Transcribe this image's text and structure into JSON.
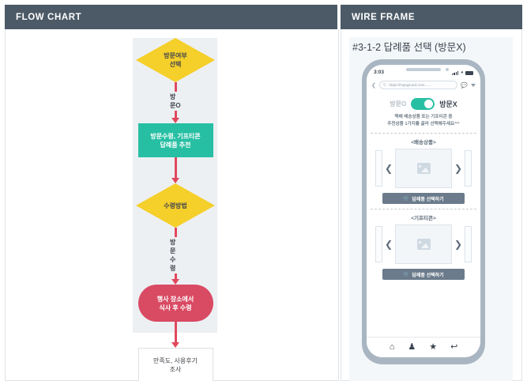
{
  "panels": {
    "left_title": "FLOW CHART",
    "right_title": "WIRE FRAME"
  },
  "flow_chart": {
    "nodes": [
      {
        "type": "decision",
        "text_line1": "방문여부",
        "text_line2": "선택",
        "color": "#f5cf2a"
      },
      {
        "type": "arrow",
        "label": "방문O",
        "color": "#e0485e"
      },
      {
        "type": "process",
        "text_line1": "방문수령, 기프티콘",
        "text_line2": "답례품 추천",
        "color": "#27bfa3"
      },
      {
        "type": "arrow",
        "label": "",
        "color": "#e0485e"
      },
      {
        "type": "decision",
        "text_line1": "수령방법",
        "text_line2": "",
        "color": "#f5cf2a"
      },
      {
        "type": "arrow",
        "label": "방문수령",
        "color": "#e0485e"
      },
      {
        "type": "terminator",
        "text_line1": "행사 장소에서",
        "text_line2": "식사 후 수령",
        "color": "#d94a63"
      },
      {
        "type": "arrow",
        "label": "",
        "color": "#e0485e"
      },
      {
        "type": "process-plain",
        "text_line1": "만족도, 사용후기",
        "text_line2": "조사",
        "color": "#ffffff"
      }
    ]
  },
  "wireframe": {
    "title": "#3-1-2 답례품 선택 (방문X)",
    "phone": {
      "status": {
        "time": "3:03",
        "signal_icon": "signal-bars-icon",
        "wifi_icon": "wifi-icon",
        "battery_icon": "battery-icon"
      },
      "browser": {
        "back_icon": "chevron-left-icon",
        "refresh_icon": "refresh-icon",
        "url": "https://hojogicard.com.......",
        "chat_icon": "chat-bubble-icon",
        "caret_icon": "chevron-down-icon"
      },
      "toggle": {
        "label_off": "방문O",
        "label_on": "방문X",
        "state": "on",
        "track_color": "#27bfa3"
      },
      "description_line1": "택배 배송상품 또는 기프티콘 중",
      "description_line2": "추천상품 1가지를 골라 선택해주세요^^",
      "sections": [
        {
          "title": "<배송상품>",
          "prev_icon": "chevron-left-icon",
          "next_icon": "chevron-right-icon",
          "image_icon": "image-placeholder-icon",
          "cta_icon": "cart-icon",
          "cta_label": "답례품 선택하기"
        },
        {
          "title": "<기프티콘>",
          "prev_icon": "chevron-left-icon",
          "next_icon": "chevron-right-icon",
          "image_icon": "image-placeholder-icon",
          "cta_icon": "cart-icon",
          "cta_label": "답례품 선택하기"
        }
      ],
      "navbar": [
        {
          "icon": "home-icon",
          "glyph": "⌂"
        },
        {
          "icon": "person-icon",
          "glyph": "♟"
        },
        {
          "icon": "star-icon",
          "glyph": "★"
        },
        {
          "icon": "back-arrow-icon",
          "glyph": "↩"
        }
      ]
    }
  }
}
